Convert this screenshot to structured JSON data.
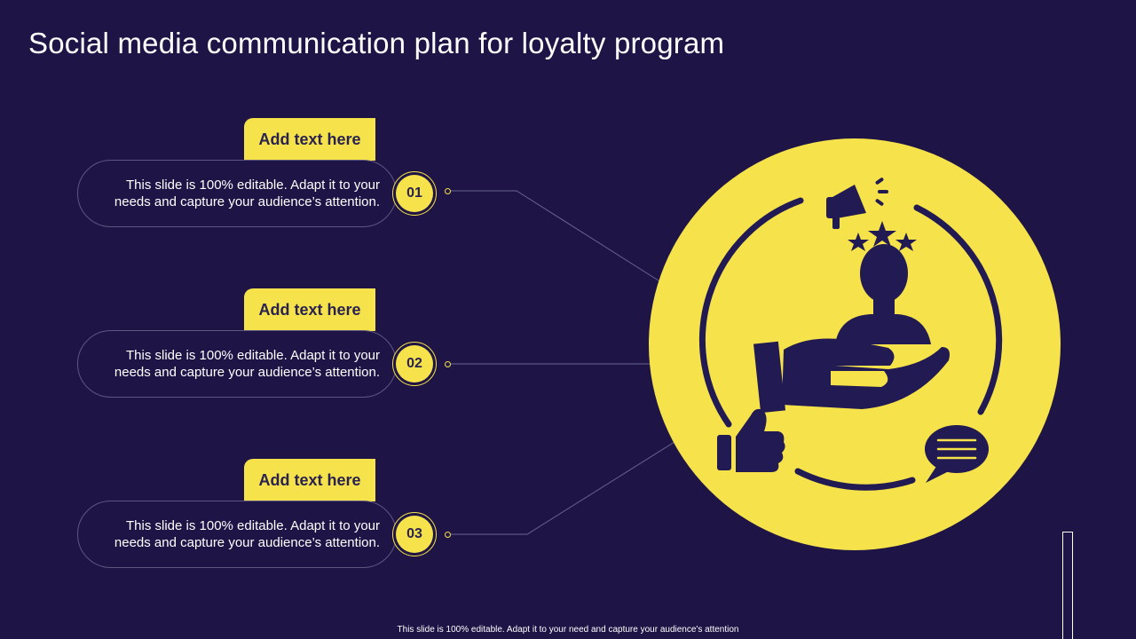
{
  "title": "Social media communication plan for loyalty program",
  "items": [
    {
      "heading": "Add text here",
      "text": "This slide is 100% editable. Adapt it to your needs and capture your audience’s attention.",
      "number": "01"
    },
    {
      "heading": "Add text here",
      "text": "This slide is 100% editable. Adapt it to your needs and capture your audience’s attention.",
      "number": "02"
    },
    {
      "heading": "Add text here",
      "text": "This slide is 100% editable. Adapt it to your needs and capture your audience’s attention.",
      "number": "03"
    }
  ],
  "footer": "This slide is 100% editable.  Adapt it to your need and capture your audience's attention",
  "colors": {
    "background": "#1e1446",
    "accent": "#f6e24a",
    "icon": "#221a52"
  },
  "icons": [
    "megaphone-icon",
    "stars-icon",
    "person-icon",
    "hand-icon",
    "thumbs-up-icon",
    "chat-bubble-icon"
  ]
}
